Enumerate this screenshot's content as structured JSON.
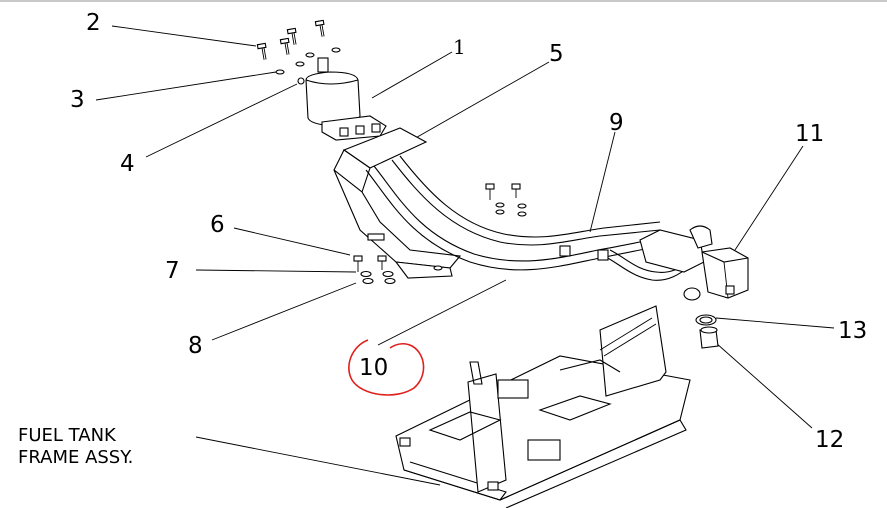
{
  "diagram": {
    "callouts": {
      "c1": "1",
      "c2": "2",
      "c3": "3",
      "c4": "4",
      "c5": "5",
      "c6": "6",
      "c7": "7",
      "c8": "8",
      "c9": "9",
      "c10": "10",
      "c11": "11",
      "c12": "12",
      "c13": "13"
    },
    "assembly_label": {
      "line1": "FUEL TANK",
      "line2": "FRAME ASSY."
    },
    "markup_color": "#e0201c"
  }
}
